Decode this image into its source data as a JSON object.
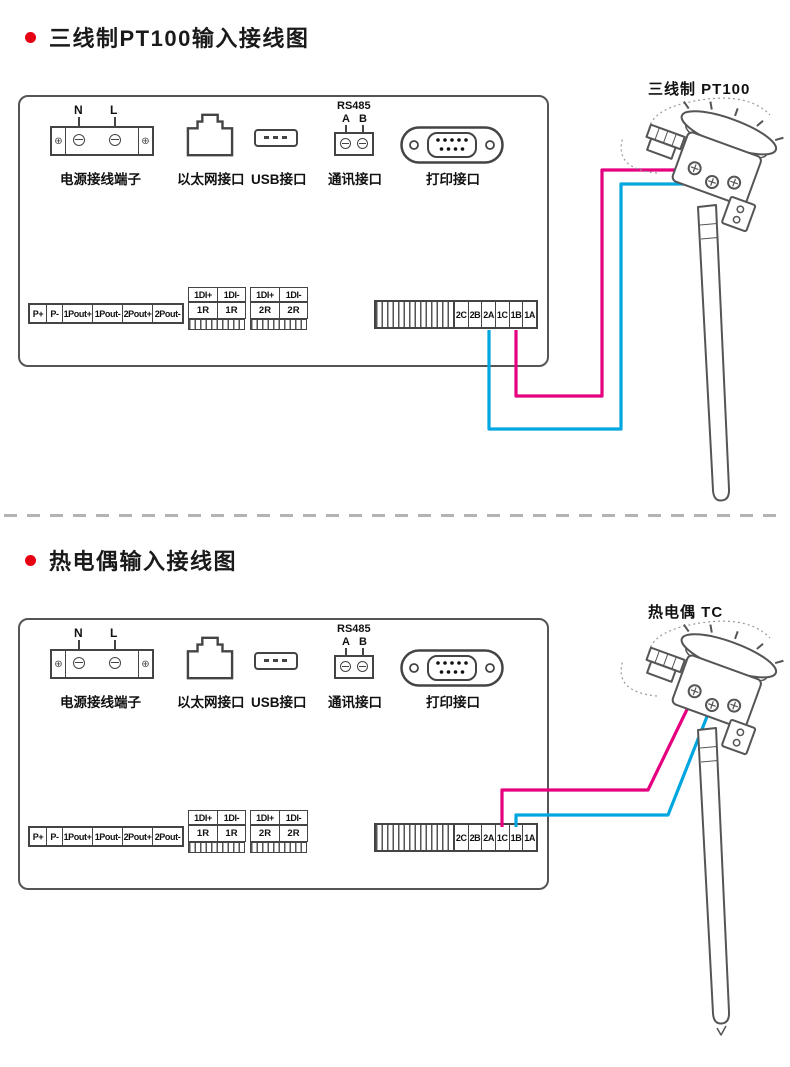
{
  "sections": [
    {
      "title": "三线制PT100输入接线图",
      "sensor_label": "三线制 PT100"
    },
    {
      "title": "热电偶输入接线图",
      "sensor_label": "热电偶 TC"
    }
  ],
  "panel": {
    "power": {
      "n": "N",
      "l": "L",
      "label": "电源接线端子"
    },
    "ethernet": {
      "label": "以太网接口"
    },
    "usb": {
      "label": "USB接口"
    },
    "comm": {
      "rs485": "RS485",
      "a": "A",
      "b": "B",
      "label": "通讯接口"
    },
    "printer": {
      "label": "打印接口"
    },
    "power_out_terminals": [
      "P+",
      "P-",
      "1Pout+",
      "1Pout-",
      "2Pout+",
      "2Pout-"
    ],
    "di_headers": [
      "1DI+",
      "1DI-",
      "1DI+",
      "1DI-"
    ],
    "relay_cells": [
      "1R",
      "1R",
      "2R",
      "2R"
    ],
    "input_terminals": [
      "2C",
      "2B",
      "2A",
      "1C",
      "1B",
      "1A"
    ]
  },
  "colors": {
    "bullet": "#e60012",
    "wire_pink": "#e4007f",
    "wire_blue": "#00a6e0"
  }
}
